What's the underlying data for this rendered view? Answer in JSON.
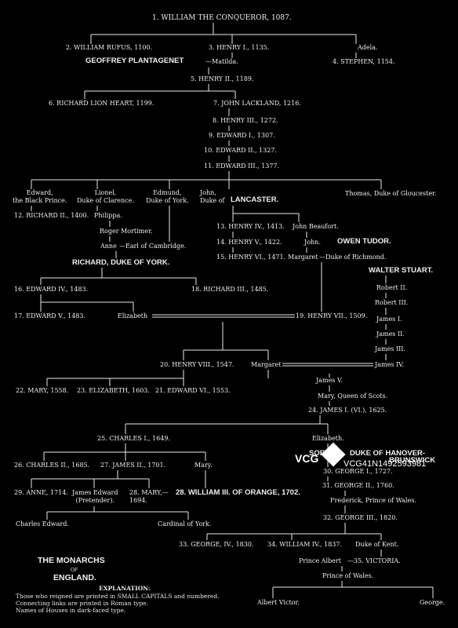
{
  "people": {
    "william_conqueror": "1. WILLIAM THE CONQUEROR, 1087.",
    "william_rufus": "2. WILLIAM RUFUS, 1100.",
    "henry_i": "3. HENRY I., 1135.",
    "adela": "Adela.",
    "geoffrey": "GEOFFREY PLANTAGENET",
    "matilda": "—Matilda.",
    "stephen": "4. STEPHEN, 1154.",
    "henry_ii": "5. HENRY II., 1189.",
    "richard_i": "6. RICHARD LION HEART, 1199.",
    "john": "7. JOHN LACKLAND, 1216.",
    "henry_iii": "8. HENRY III., 1272.",
    "edward_i": "9. EDWARD I., 1307.",
    "edward_ii": "10. EDWARD II., 1327.",
    "edward_iii": "11. EDWARD III., 1377.",
    "black_prince": "Edward,\nthe Black Prince.",
    "lionel": "Lionel,\nDuke of Clarence.",
    "edmund": "Edmund,\nDuke of York.",
    "john_gaunt": "John,\nDuke of ",
    "lancaster": "LANCASTER.",
    "thomas": "Thomas, Duke of Gloucester.",
    "richard_ii": "12. RICHARD II., 1400.",
    "philippa": "Philippa.",
    "roger": "Roger Mortimer.",
    "anne": "Anne",
    "cambridge": "—Earl of Cambridge.",
    "henry_iv": "13. HENRY IV., 1413.",
    "henry_v": "14. HENRY V., 1422.",
    "henry_vi": "15. HENRY VI., 1471.",
    "john_beaufort": "John Beaufort.",
    "john2": "John.",
    "margaret_b": "Margaret",
    "richmond": "—Duke of Richmond.",
    "owen_tudor": "OWEN TUDOR.",
    "richard_york": "RICHARD, DUKE OF YORK.",
    "walter_stuart": "WALTER STUART.",
    "edward_iv": "16. EDWARD IV., 1483.",
    "richard_iii": "18. RICHARD III., 1485.",
    "robert_ii": "Robert II.",
    "robert_iii": "Robert III.",
    "edward_v": "17. EDWARD V., 1483.",
    "elizabeth_y": "Elizabeth",
    "henry_vii": "19. HENRY VII., 1509.",
    "james_i_s": "James I.",
    "james_ii_s": "James II.",
    "james_iii_s": "James III.",
    "henry_viii": "20. HENRY VIII., 1547.",
    "margaret_t": "Margaret",
    "james_iv": "James IV.",
    "james_v": "James V.",
    "mary_1558": "22. MARY, 1558.",
    "elizabeth_1603": "23. ELIZABETH, 1603.",
    "edward_vi": "21. EDWARD VI., 1553.",
    "mary_scots": "Mary, Queen of Scots.",
    "james_i": "24. JAMES I. (VI.), 1625.",
    "charles_i": "25. CHARLES I., 1649.",
    "elizabeth_b": "Elizabeth.",
    "sophia": "SOPHIA",
    "hanover": "DUKE OF HANOVER-",
    "brunswick": "BRUNSWICK",
    "charles_ii": "26. CHARLES II., 1685.",
    "james_ii": "27. JAMES II., 1701.",
    "mary_orange": "Mary.",
    "george_i": "30. GEORGE I., 1727.",
    "george_ii": "31. GEORGE II., 1760.",
    "anne_q": "29. ANNE, 1714.",
    "pretender": "James Edward\n(Pretender).",
    "mary_ii": "28. MARY,—\n1694.",
    "william_iii": "28. WILLIAM III. OF ORANGE, 1702.",
    "frederick": "Frederick, Prince of Wales.",
    "george_iii": "32. GEORGE III., 1820.",
    "charles_edward": "Charles Edward.",
    "cardinal": "Cardinal of York.",
    "george_iv": "33. GEORGE, IV., 1830.",
    "william_iv": "34. WILLIAM IV., 1837.",
    "duke_kent": "Duke of Kent.",
    "albert": "Prince Albert",
    "victoria": "—35. VICTORIA.",
    "prince_wales": "Prince of Wales.",
    "albert_victor": "Albert Victor.",
    "george": "George."
  },
  "title": {
    "line1": "THE MONARCHS",
    "of": "OF",
    "line2": "ENGLAND."
  },
  "explanation": {
    "heading": "EXPLANATION:",
    "l1": "Those who reigned are printed in SMALL CAPITALS and numbered.",
    "l2": "Connecting links are printed in Roman type.",
    "l3": "Names of Houses in dark-faced type."
  },
  "watermark": {
    "logo": "VCG",
    "id": "VCG41N1492593981"
  }
}
